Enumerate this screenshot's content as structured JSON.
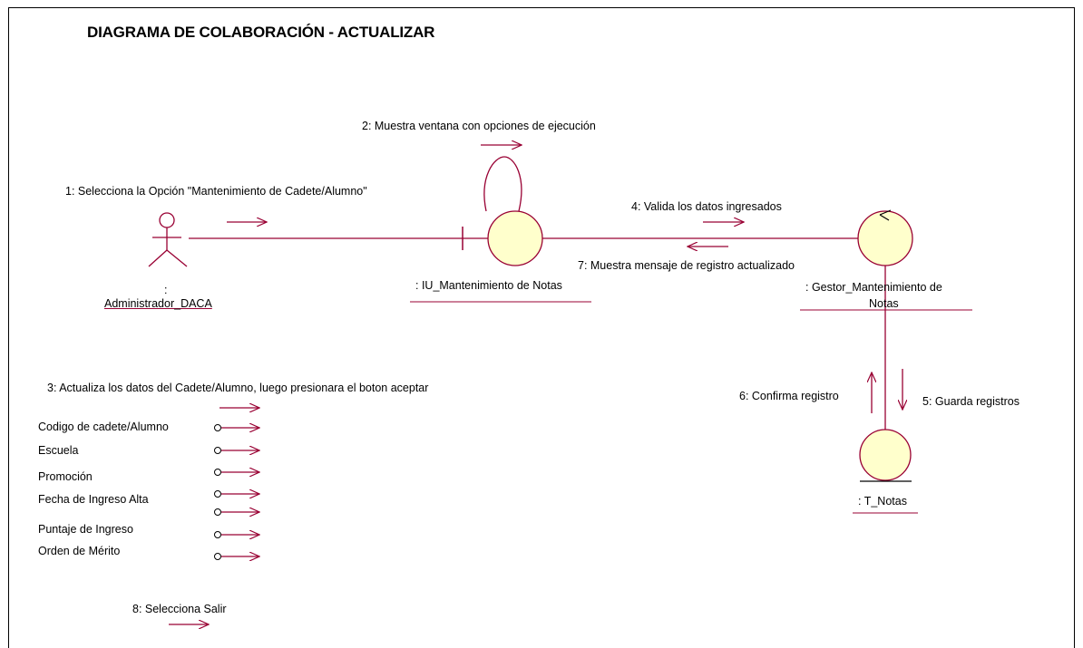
{
  "title": "DIAGRAMA DE COLABORACIÓN - ACTUALIZAR",
  "colors": {
    "line": "#990033",
    "object_fill": "#ffffcc",
    "object_stroke": "#000000"
  },
  "actor": {
    "colon": ":",
    "name": "Administrador_DACA"
  },
  "objects": {
    "ui": ": IU_Mantenimiento de Notas",
    "gestor_line1": ": Gestor_Mantenimiento de",
    "gestor_line2": "Notas",
    "entity": ": T_Notas"
  },
  "messages": {
    "m1": "1: Selecciona la Opción \"Mantenimiento de Cadete/Alumno\"",
    "m2": "2: Muestra ventana con opciones de ejecución",
    "m3": "3: Actualiza los datos del Cadete/Alumno, luego presionara  el boton aceptar",
    "m4": "4: Valida los datos ingresados",
    "m5": "5: Guarda registros",
    "m6": "6: Confirma registro",
    "m7": "7: Muestra mensaje de registro actualizado",
    "m8": "8: Selecciona Salir"
  },
  "parameters": [
    "Codigo de cadete/Alumno",
    "Escuela",
    "Promoción",
    "Fecha de Ingreso Alta",
    "Puntaje de Ingreso",
    "Orden de Mérito"
  ]
}
